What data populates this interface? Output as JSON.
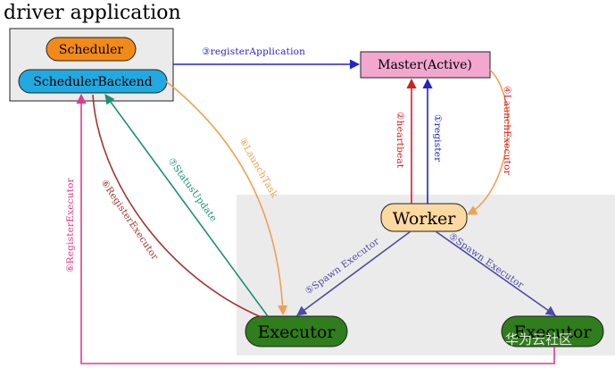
{
  "title": "driver application",
  "nodes": {
    "scheduler": "Scheduler",
    "scheduler_backend": "SchedulerBackend",
    "master": "Master(Active)",
    "worker": "Worker",
    "executor_left": "Executor",
    "executor_right": "Executor"
  },
  "edges": {
    "register": "①register",
    "heartbeat": "②heartbeat",
    "register_application": "③registerApplication",
    "launch_executor": "④LaunchExecutor",
    "spawn_executor_left": "⑤Spawn Executor",
    "spawn_executor_right": "⑤Spawn Executor",
    "register_executor_left": "⑥RegisterExecutor",
    "register_executor_bottom": "⑥RegisterExecutor",
    "status_update": "⑦StatusUpdate",
    "launch_task": "⑧LaunchTask"
  },
  "watermark": "华为云社区",
  "colors": {
    "driver_box_fill": "#ebebeb",
    "worker_region_fill": "#ebebeb",
    "scheduler_fill": "#f28a1a",
    "scheduler_backend_fill": "#21a9e1",
    "master_fill": "#f2a7cf",
    "worker_fill": "#fbd9a0",
    "executor_fill": "#2f7d1c",
    "blue": "#2323c8",
    "red": "#d71d24",
    "orange": "#f0a050",
    "purple": "#4e4aa8",
    "green": "#1b8f74",
    "brown": "#a3342c",
    "pink": "#e03a8c"
  }
}
